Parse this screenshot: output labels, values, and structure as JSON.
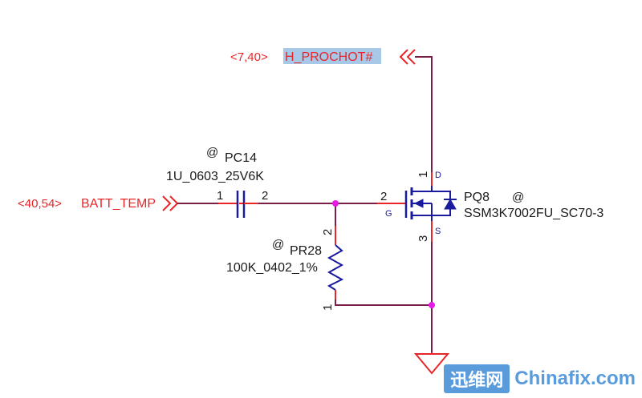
{
  "offpage": {
    "h_prochot": {
      "ref": "<7,40>",
      "net": "H_PROCHOT#"
    },
    "batt_temp": {
      "ref": "<40,54>",
      "net": "BATT_TEMP"
    }
  },
  "capacitor": {
    "marker": "@",
    "ref": "PC14",
    "value": "1U_0603_25V6K",
    "pin1": "1",
    "pin2": "2"
  },
  "resistor": {
    "marker": "@",
    "ref": "PR28",
    "value": "100K_0402_1%",
    "pin1": "1",
    "pin2": "2"
  },
  "mosfet": {
    "marker": "@",
    "ref": "PQ8",
    "part": "SSM3K7002FU_SC70-3",
    "pin_gate": "2",
    "pin_drain": "1",
    "pin_source": "3",
    "gate_label": "G",
    "drain_label": "D",
    "source_label": "S"
  },
  "watermark": {
    "brand": "迅维网",
    "site": "Chinafix.com"
  },
  "colors": {
    "wire": "#7a1f4a",
    "pin_stub": "#e8262a",
    "component": "#1a1a9e",
    "junction": "#e619e6",
    "offpage_text": "#e8262a",
    "highlight": "#a8c8e8"
  }
}
